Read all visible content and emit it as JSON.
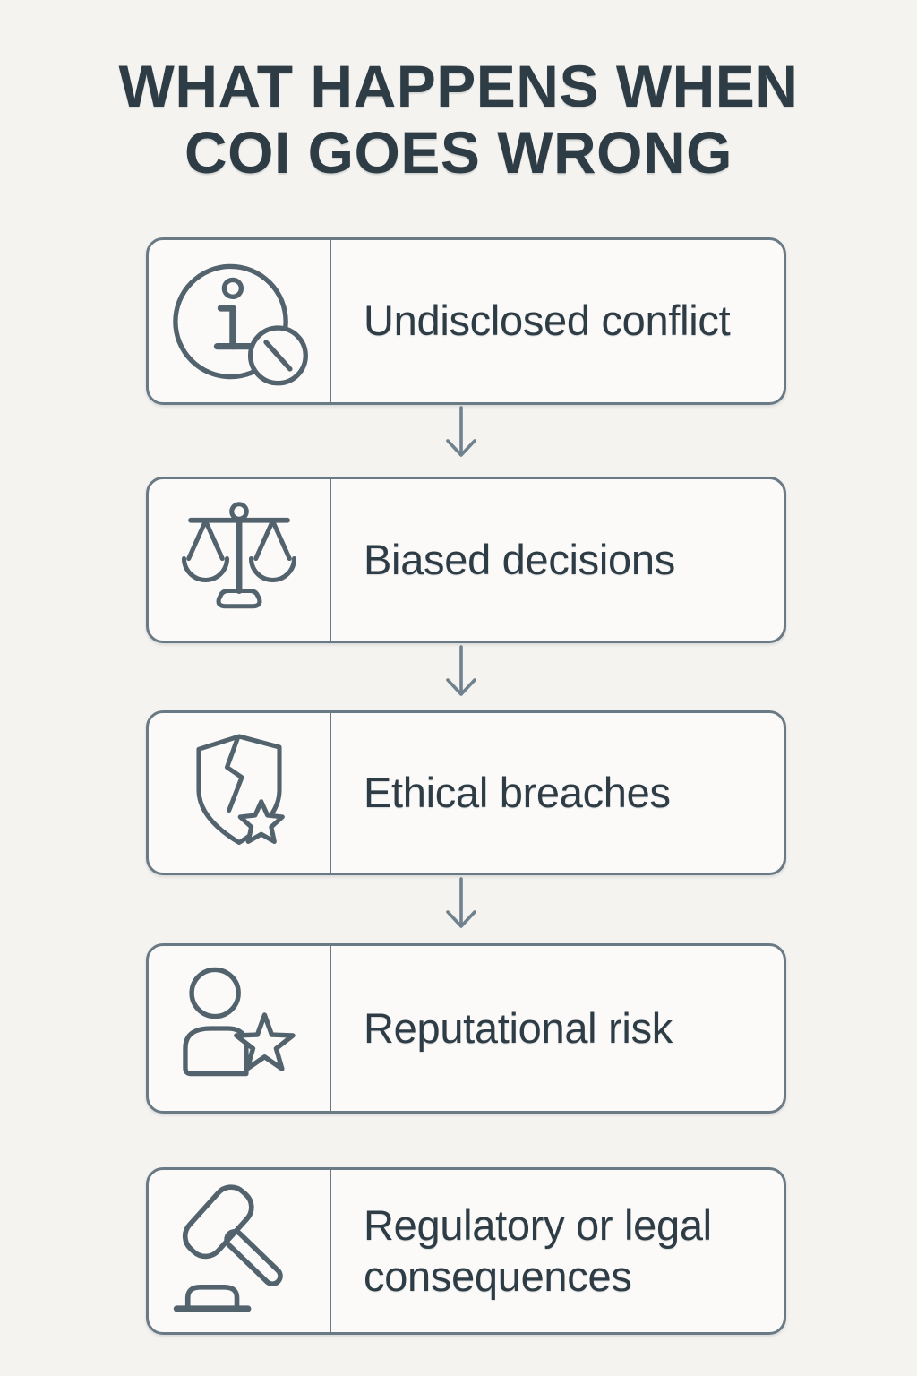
{
  "title": {
    "line1": "WHAT HAPPENS WHEN",
    "line2": "COI GOES WRONG"
  },
  "items": [
    {
      "label": "Undisclosed conflict",
      "icon": "info-prohibited-icon"
    },
    {
      "label": "Biased decisions",
      "icon": "scales-of-justice-icon"
    },
    {
      "label": "Ethical breaches",
      "icon": "broken-shield-star-icon"
    },
    {
      "label": "Reputational risk",
      "icon": "person-star-icon"
    },
    {
      "label": "Regulatory or legal consequences",
      "icon": "gavel-icon"
    }
  ],
  "connectors": {
    "shape": "down-arrow",
    "count": 3,
    "between_steps": [
      [
        1,
        2
      ],
      [
        2,
        3
      ],
      [
        3,
        4
      ]
    ]
  },
  "colors": {
    "background": "#f5f3ef",
    "box_fill": "#fbfaf8",
    "box_border": "#6a7a85",
    "icon_stroke": "#53636e",
    "arrow": "#71828f",
    "text": "#2e3c46"
  }
}
